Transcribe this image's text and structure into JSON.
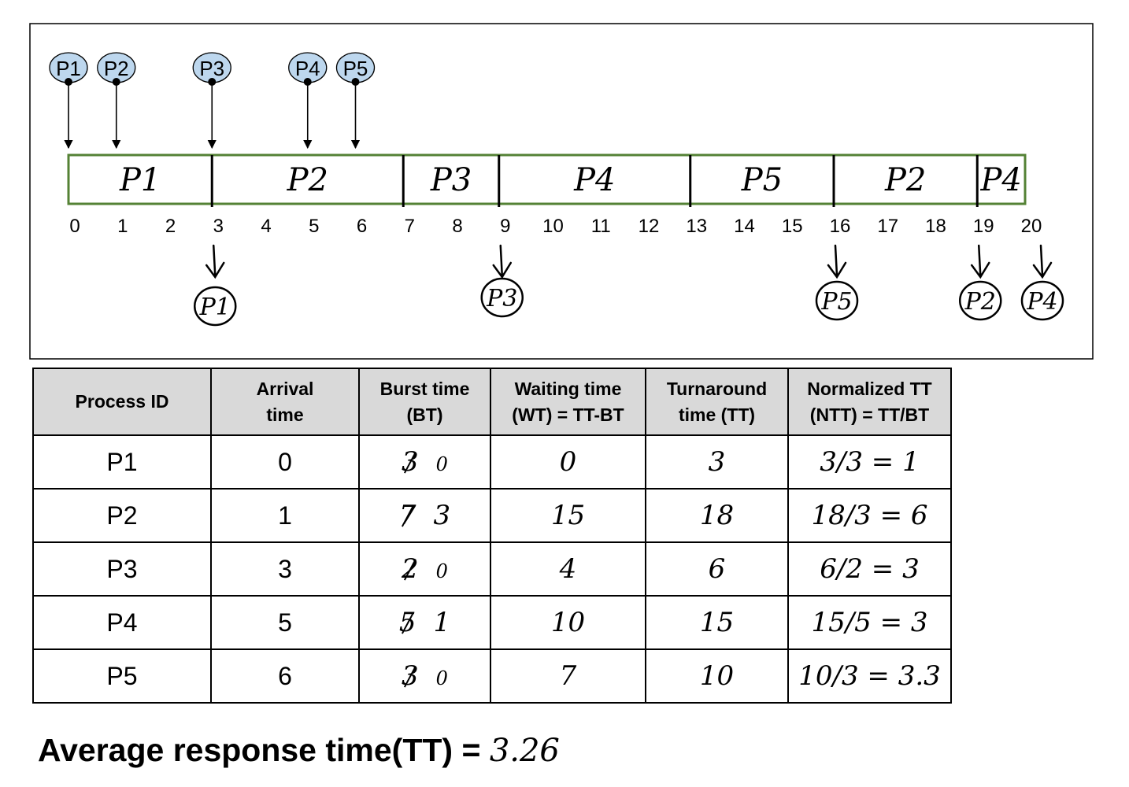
{
  "gantt": {
    "arrivals": [
      {
        "label": "P1",
        "time": 0
      },
      {
        "label": "P2",
        "time": 1
      },
      {
        "label": "P3",
        "time": 3
      },
      {
        "label": "P4",
        "time": 5
      },
      {
        "label": "P5",
        "time": 6
      }
    ],
    "segments": [
      {
        "label": "P1",
        "start": 0,
        "end": 3
      },
      {
        "label": "P2",
        "start": 3,
        "end": 7
      },
      {
        "label": "P3",
        "start": 7,
        "end": 9
      },
      {
        "label": "P4",
        "start": 9,
        "end": 13
      },
      {
        "label": "P5",
        "start": 13,
        "end": 16
      },
      {
        "label": "P2",
        "start": 16,
        "end": 19
      },
      {
        "label": "P4",
        "start": 19,
        "end": 20
      }
    ],
    "ticks": [
      "0",
      "1",
      "2",
      "3",
      "4",
      "5",
      "6",
      "7",
      "8",
      "9",
      "10",
      "11",
      "12",
      "13",
      "14",
      "15",
      "16",
      "17",
      "18",
      "19",
      "20"
    ],
    "completions": [
      {
        "label": "P1",
        "time": 3
      },
      {
        "label": "P3",
        "time": 9
      },
      {
        "label": "P5",
        "time": 16
      },
      {
        "label": "P2",
        "time": 19
      },
      {
        "label": "P4",
        "time": 20
      }
    ],
    "colors": {
      "bar_border": "#548235",
      "arrival_fill": "#bdd7ee",
      "frame": "#000000"
    }
  },
  "table": {
    "headers": [
      "Process ID",
      "Arrival\ntime",
      "Burst time\n(BT)",
      "Waiting time\n(WT) = TT-BT",
      "Turnaround\ntime (TT)",
      "Normalized TT\n(NTT) = TT/BT"
    ],
    "rows": [
      {
        "pid": "P1",
        "arrival": "0",
        "bt": "3",
        "bt_note": "0",
        "wt": "0",
        "tt": "3",
        "ntt": "3/3 = 1"
      },
      {
        "pid": "P2",
        "arrival": "1",
        "bt": "7",
        "bt_note": "3",
        "wt": "15",
        "tt": "18",
        "ntt": "18/3 = 6"
      },
      {
        "pid": "P3",
        "arrival": "3",
        "bt": "2",
        "bt_note": "0",
        "wt": "4",
        "tt": "6",
        "ntt": "6/2 = 3"
      },
      {
        "pid": "P4",
        "arrival": "5",
        "bt": "5",
        "bt_note": "1",
        "wt": "10",
        "tt": "15",
        "ntt": "15/5 = 3"
      },
      {
        "pid": "P5",
        "arrival": "6",
        "bt": "3",
        "bt_note": "0",
        "wt": "7",
        "tt": "10",
        "ntt": "10/3 = 3.3"
      }
    ]
  },
  "average": {
    "label": "Average response time(TT) = ",
    "value": "3.26"
  }
}
